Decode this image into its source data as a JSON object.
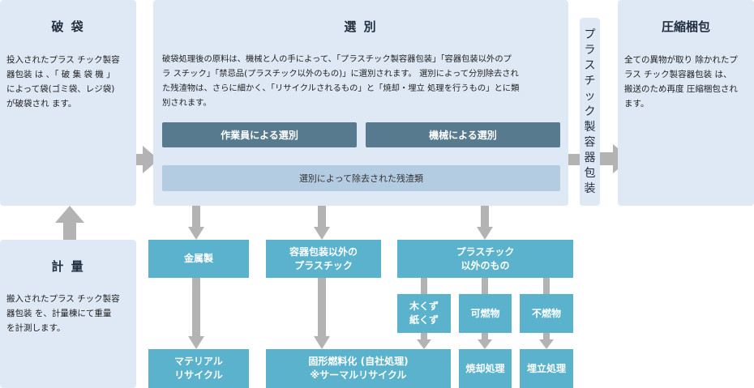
{
  "hakai": {
    "title": "破 袋",
    "text": [
      "投入されたプラス チック製容",
      "器包装 は 、「 破 集 袋 機 」",
      "によって袋(ゴミ袋、レジ袋)",
      "が破袋され ます。"
    ]
  },
  "keiryo": {
    "title": "計 量",
    "text": [
      "搬入されたプラス チック製容",
      "器包装 を、計量棟にて重量",
      "を計測します。"
    ]
  },
  "senbetsu": {
    "title": "選 別",
    "text": [
      "破袋処理後の原料は、機械と人の手によって、「プラスチック製容器包装」「容器包装以外のプ",
      "ラ スチック」「禁忌品(プラスチック以外のもの)」に選別されます。 選別によって分別除去され",
      "た残渣物は、さらに細かく、「リサイクルされるもの」と「焼却・埋立 処理を行うもの」とに類",
      "別されます。"
    ],
    "manual": "作業員による選別",
    "machine": "機械による選別",
    "residue": "選別によって除去された残渣類"
  },
  "vertical_label": "プラスチック製容器包装",
  "asshuku": {
    "title": "圧縮梱包",
    "text": [
      "全ての異物が取り 除かれたプ",
      "ラス チック製容器包装 は、",
      "搬送のため再度 圧縮梱包され",
      "ます。"
    ]
  },
  "categories": {
    "metal": "金属製",
    "non_container": [
      "容器包装以外の",
      "プラスチック"
    ],
    "non_plastic": [
      "プラスチック",
      "以外のもの"
    ],
    "wood_paper": [
      "木くず",
      "紙くず"
    ],
    "combustible": "可燃物",
    "noncombustible": "不燃物"
  },
  "outputs": {
    "material": [
      "マテリアル",
      "リサイクル"
    ],
    "solid_fuel": [
      "固形燃料化 (自社処理)",
      "※サーマルリサイクル"
    ],
    "incineration": "焼却処理",
    "landfill": "埋立処理"
  },
  "colors": {
    "panel": "#dfe9f6",
    "dark_button": "#587a8e",
    "mid_bar": "#b4cce2",
    "category": "#5ab2cc",
    "arrow": "#b3b3b3"
  }
}
